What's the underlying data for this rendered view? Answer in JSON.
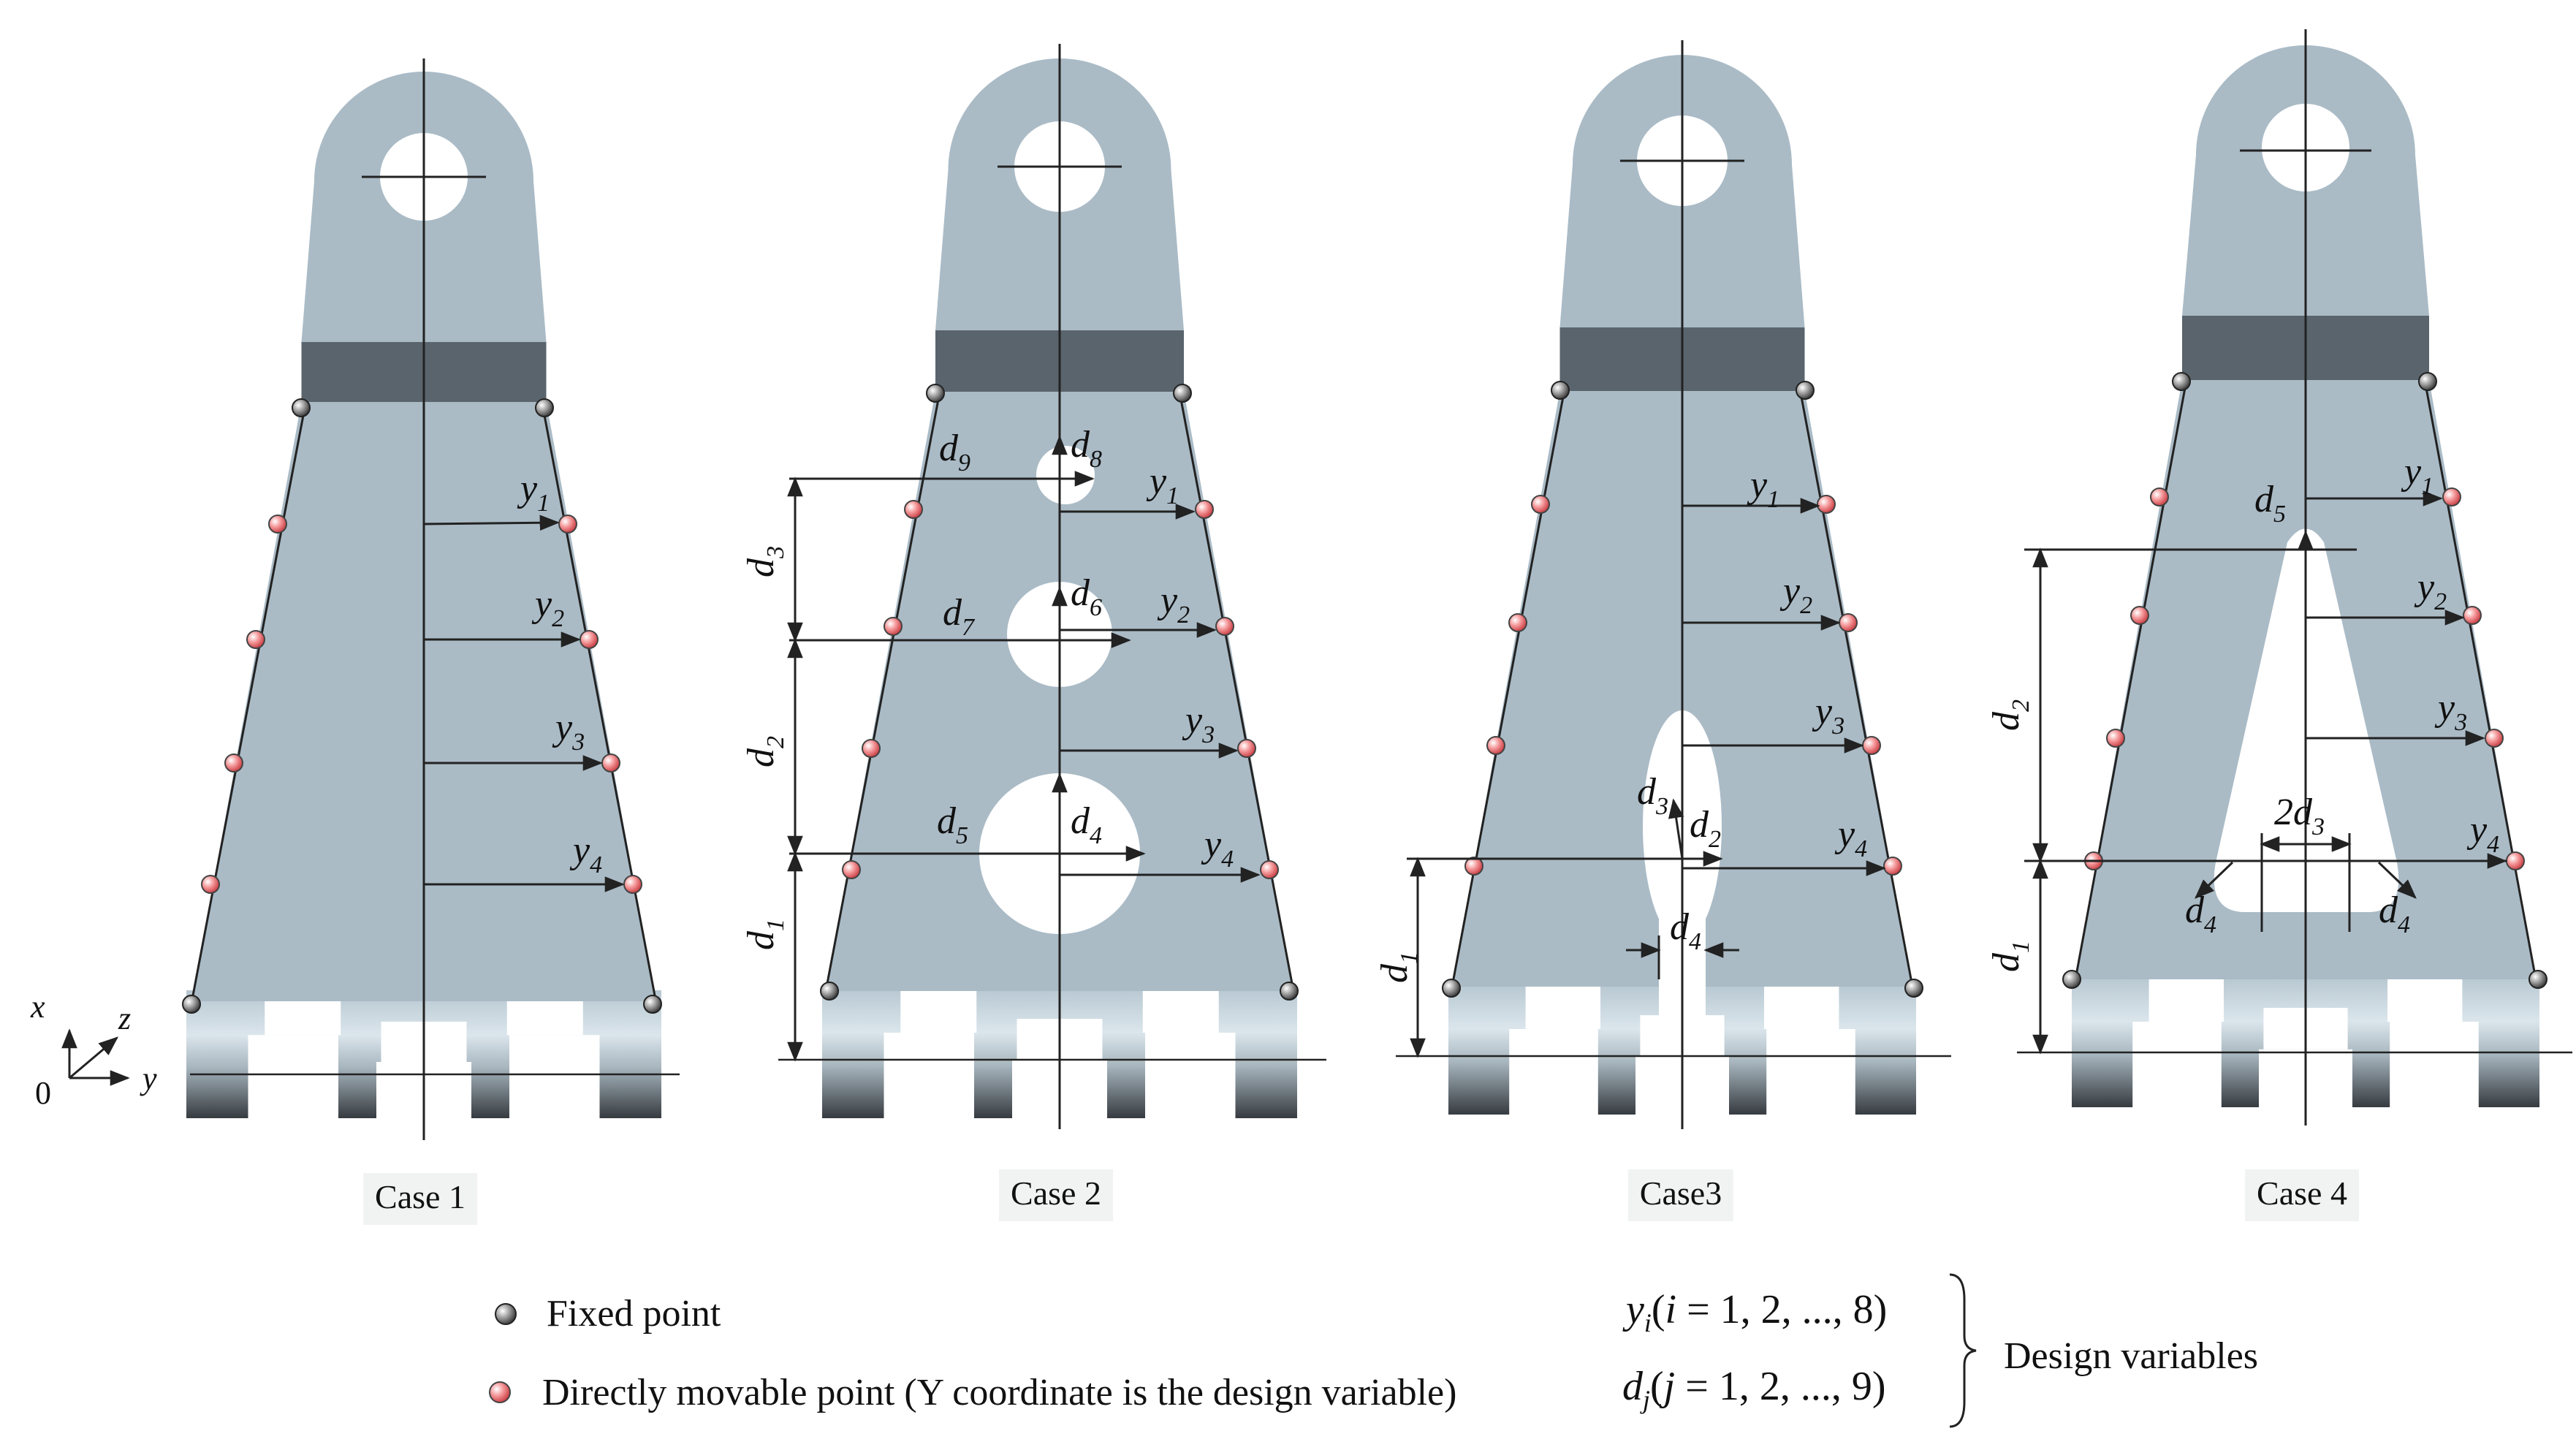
{
  "cases": [
    {
      "label": "Case 1"
    },
    {
      "label": "Case 2"
    },
    {
      "label": "Case3"
    },
    {
      "label": "Case 4"
    }
  ],
  "axes": {
    "x": "x",
    "y": "y",
    "z": "z",
    "origin": "0"
  },
  "case1_vars": [
    {
      "letter": "y",
      "sub": "1"
    },
    {
      "letter": "y",
      "sub": "2"
    },
    {
      "letter": "y",
      "sub": "3"
    },
    {
      "letter": "y",
      "sub": "4"
    }
  ],
  "case2_vars": [
    {
      "letter": "d",
      "sub": "9"
    },
    {
      "letter": "d",
      "sub": "8"
    },
    {
      "letter": "y",
      "sub": "1"
    },
    {
      "letter": "d",
      "sub": "3"
    },
    {
      "letter": "d",
      "sub": "7"
    },
    {
      "letter": "d",
      "sub": "6"
    },
    {
      "letter": "y",
      "sub": "2"
    },
    {
      "letter": "d",
      "sub": "2"
    },
    {
      "letter": "y",
      "sub": "3"
    },
    {
      "letter": "d",
      "sub": "5"
    },
    {
      "letter": "d",
      "sub": "4"
    },
    {
      "letter": "y",
      "sub": "4"
    },
    {
      "letter": "d",
      "sub": "1"
    }
  ],
  "case3_vars": [
    {
      "letter": "y",
      "sub": "1"
    },
    {
      "letter": "y",
      "sub": "2"
    },
    {
      "letter": "y",
      "sub": "3"
    },
    {
      "letter": "d",
      "sub": "3"
    },
    {
      "letter": "d",
      "sub": "2"
    },
    {
      "letter": "y",
      "sub": "4"
    },
    {
      "letter": "d",
      "sub": "1"
    },
    {
      "letter": "d",
      "sub": "4"
    }
  ],
  "case4_vars": [
    {
      "letter": "y",
      "sub": "1"
    },
    {
      "letter": "d",
      "sub": "5"
    },
    {
      "letter": "y",
      "sub": "2"
    },
    {
      "letter": "d",
      "sub": "2"
    },
    {
      "letter": "y",
      "sub": "3"
    },
    {
      "letter": "2d",
      "sub": "3"
    },
    {
      "letter": "y",
      "sub": "4"
    },
    {
      "letter": "d",
      "sub": "4"
    },
    {
      "letter": "d",
      "sub": "4"
    },
    {
      "letter": "d",
      "sub": "1"
    }
  ],
  "legend": {
    "fixed_point": "Fixed point",
    "movable_point": "Directly movable point (Y coordinate is the design variable)",
    "var_y": {
      "letter": "y",
      "sub": "i",
      "rest_open": "(",
      "index": "i",
      "rest": " = 1, 2, ..., 8)"
    },
    "var_d": {
      "letter": "d",
      "sub": "j",
      "rest_open": "(",
      "index": "j",
      "rest": " = 1, 2, ..., 9)"
    },
    "design_variables": "Design variables"
  },
  "colors": {
    "body": "#aabbc6",
    "band": "#5a646c",
    "fixed": "#555555",
    "movable": "#f0777a"
  }
}
